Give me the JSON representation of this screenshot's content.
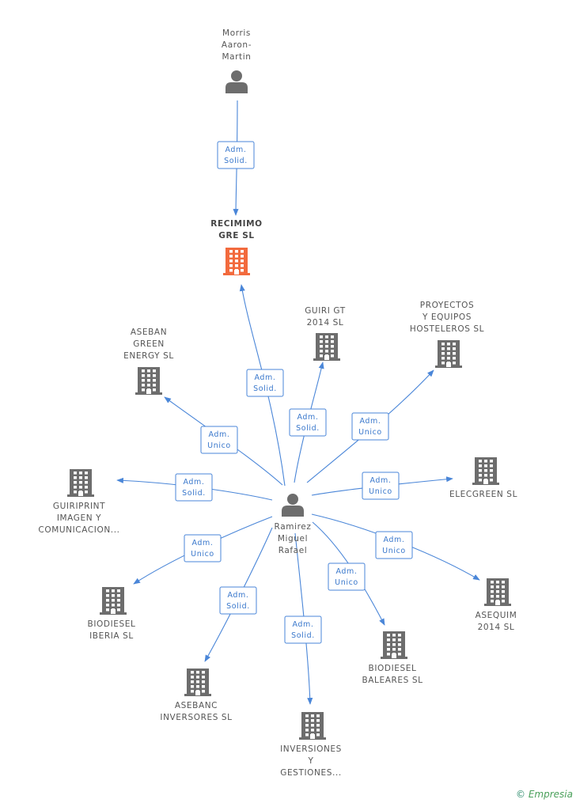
{
  "nodes": [
    {
      "id": "morris",
      "kind": "person",
      "label": [
        "Morris",
        "Aaron-",
        "Martin"
      ]
    },
    {
      "id": "recimimo",
      "kind": "company-focus",
      "label": [
        "RECIMIMO",
        "GRE SL"
      ]
    },
    {
      "id": "ramirez",
      "kind": "person",
      "label": [
        "Ramirez",
        "Miguel",
        "Rafael"
      ]
    },
    {
      "id": "guirigt",
      "kind": "company",
      "label": [
        "GUIRI GT",
        "2014 SL"
      ]
    },
    {
      "id": "proyectos",
      "kind": "company",
      "label": [
        "PROYECTOS",
        "Y EQUIPOS",
        "HOSTELEROS SL"
      ]
    },
    {
      "id": "aseban",
      "kind": "company",
      "label": [
        "ASEBAN",
        "GREEN",
        "ENERGY SL"
      ]
    },
    {
      "id": "elecgreen",
      "kind": "company",
      "label": [
        "ELECGREEN SL"
      ]
    },
    {
      "id": "guiriprint",
      "kind": "company",
      "label": [
        "GUIRIPRINT",
        "IMAGEN Y",
        "COMUNICACION..."
      ]
    },
    {
      "id": "asequim",
      "kind": "company",
      "label": [
        "ASEQUIM",
        "2014 SL"
      ]
    },
    {
      "id": "biodiesel_iberia",
      "kind": "company",
      "label": [
        "BIODIESEL",
        "IBERIA SL"
      ]
    },
    {
      "id": "biodiesel_baleares",
      "kind": "company",
      "label": [
        "BIODIESEL",
        "BALEARES SL"
      ]
    },
    {
      "id": "asebanc",
      "kind": "company",
      "label": [
        "ASEBANC",
        "INVERSORES SL"
      ]
    },
    {
      "id": "inversiones",
      "kind": "company",
      "label": [
        "INVERSIONES",
        "Y",
        "GESTIONES..."
      ]
    }
  ],
  "edges": [
    {
      "from": "morris",
      "to": "recimimo",
      "label": [
        "Adm.",
        "Solid."
      ]
    },
    {
      "from": "ramirez",
      "to": "recimimo",
      "label": [
        "Adm.",
        "Solid."
      ]
    },
    {
      "from": "ramirez",
      "to": "guirigt",
      "label": [
        "Adm.",
        "Solid."
      ]
    },
    {
      "from": "ramirez",
      "to": "proyectos",
      "label": [
        "Adm.",
        "Unico"
      ]
    },
    {
      "from": "ramirez",
      "to": "aseban",
      "label": [
        "Adm.",
        "Unico"
      ]
    },
    {
      "from": "ramirez",
      "to": "elecgreen",
      "label": [
        "Adm.",
        "Unico"
      ]
    },
    {
      "from": "ramirez",
      "to": "guiriprint",
      "label": [
        "Adm.",
        "Solid."
      ]
    },
    {
      "from": "ramirez",
      "to": "asequim",
      "label": [
        "Adm.",
        "Unico"
      ]
    },
    {
      "from": "ramirez",
      "to": "biodiesel_iberia",
      "label": [
        "Adm.",
        "Unico"
      ]
    },
    {
      "from": "ramirez",
      "to": "biodiesel_baleares",
      "label": [
        "Adm.",
        "Unico"
      ]
    },
    {
      "from": "ramirez",
      "to": "asebanc",
      "label": [
        "Adm.",
        "Solid."
      ]
    },
    {
      "from": "ramirez",
      "to": "inversiones",
      "label": [
        "Adm.",
        "Solid."
      ]
    }
  ],
  "colors": {
    "edge": "#4a86d8",
    "company": "#6d6d6d",
    "focus": "#f26a3d",
    "person": "#6d6d6d"
  },
  "footer": {
    "copyright": "©",
    "brand": "Empresia"
  }
}
